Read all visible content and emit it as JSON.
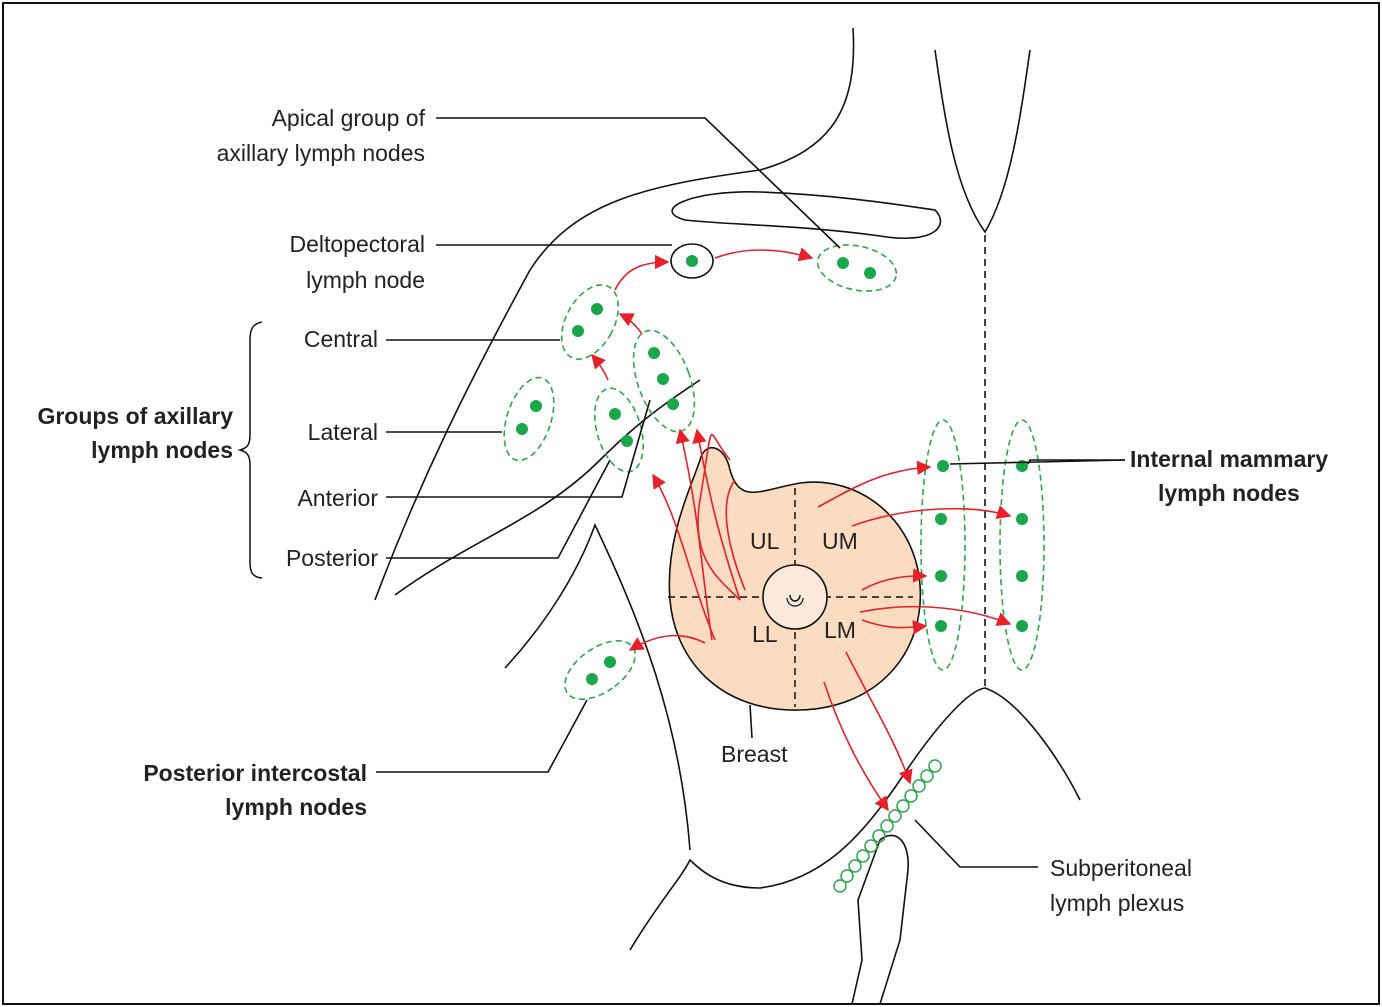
{
  "labels": {
    "apical_line1": "Apical group of",
    "apical_line2": "axillary lymph nodes",
    "delto_line1": "Deltopectoral",
    "delto_line2": "lymph node",
    "central": "Central",
    "lateral": "Lateral",
    "anterior": "Anterior",
    "posterior": "Posterior",
    "groups_line1": "Groups of axillary",
    "groups_line2": "lymph nodes",
    "internal_line1": "Internal mammary",
    "internal_line2": "lymph nodes",
    "post_ic_line1": "Posterior intercostal",
    "post_ic_line2": "lymph nodes",
    "breast": "Breast",
    "subperitoneal_line1": "Subperitoneal",
    "subperitoneal_line2": "lymph plexus"
  },
  "quadrants": {
    "ul": "UL",
    "um": "UM",
    "ll": "LL",
    "lm": "LM"
  },
  "colors": {
    "node": "#1aa64a",
    "node_group_outline": "#2aa84a",
    "arrow": "#e8202a",
    "breast_fill": "#fbdcc0",
    "outline": "#111111"
  }
}
